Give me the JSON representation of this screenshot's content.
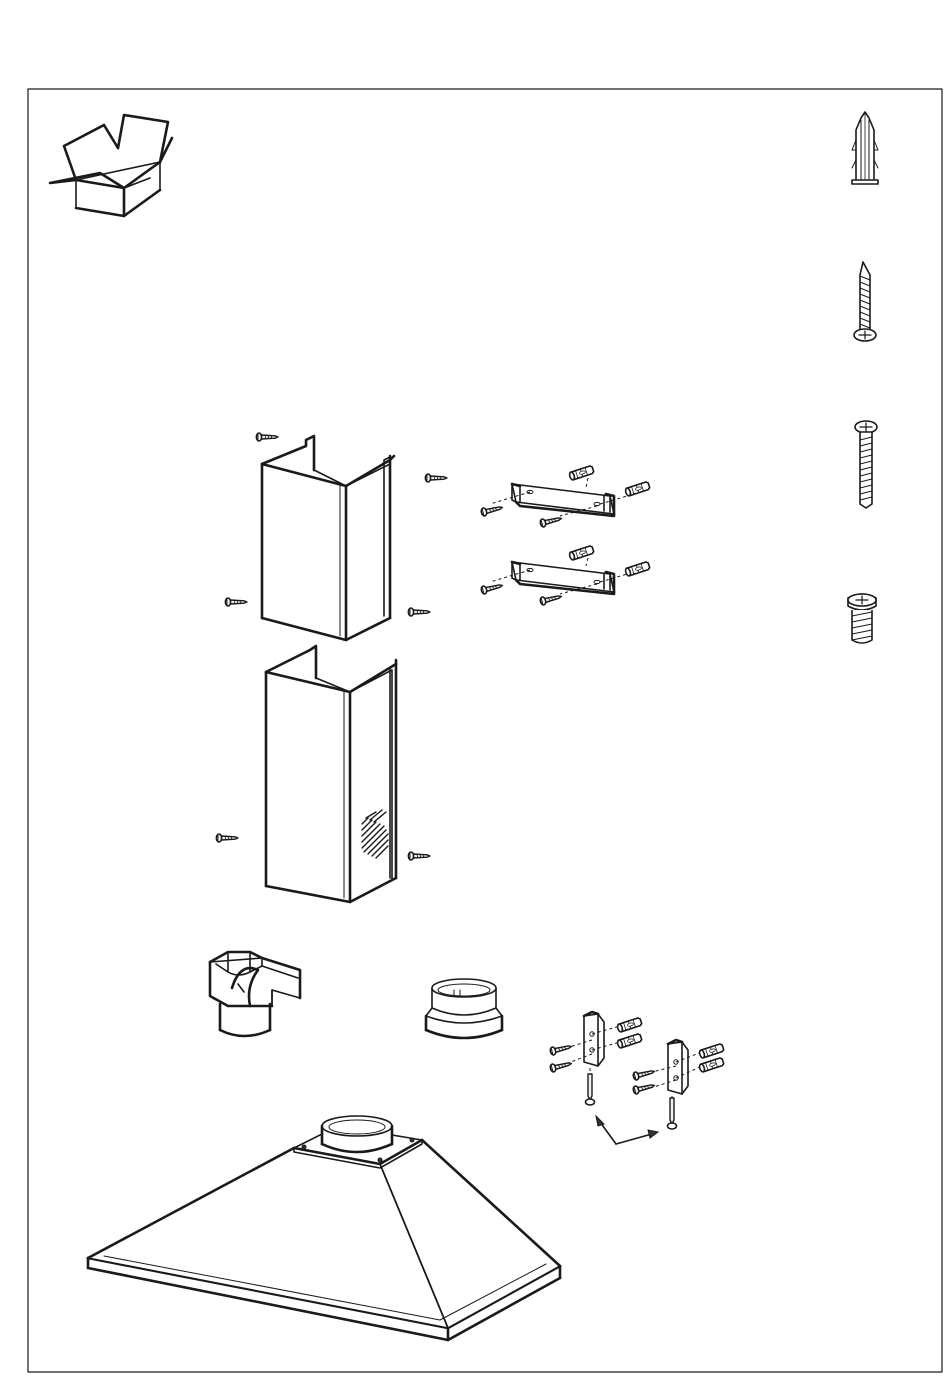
{
  "diagram": {
    "kind": "parts-contents-sheet",
    "components": [
      "carton-box-icon",
      "wall-plug",
      "wood-screw",
      "machine-screw",
      "short-screw",
      "upper-chimney-section",
      "lower-chimney-section",
      "chimney-bracket-upper",
      "chimney-bracket-lower",
      "air-deflector",
      "duct-adapter",
      "hood-mounting-brackets",
      "hood-canopy"
    ]
  }
}
